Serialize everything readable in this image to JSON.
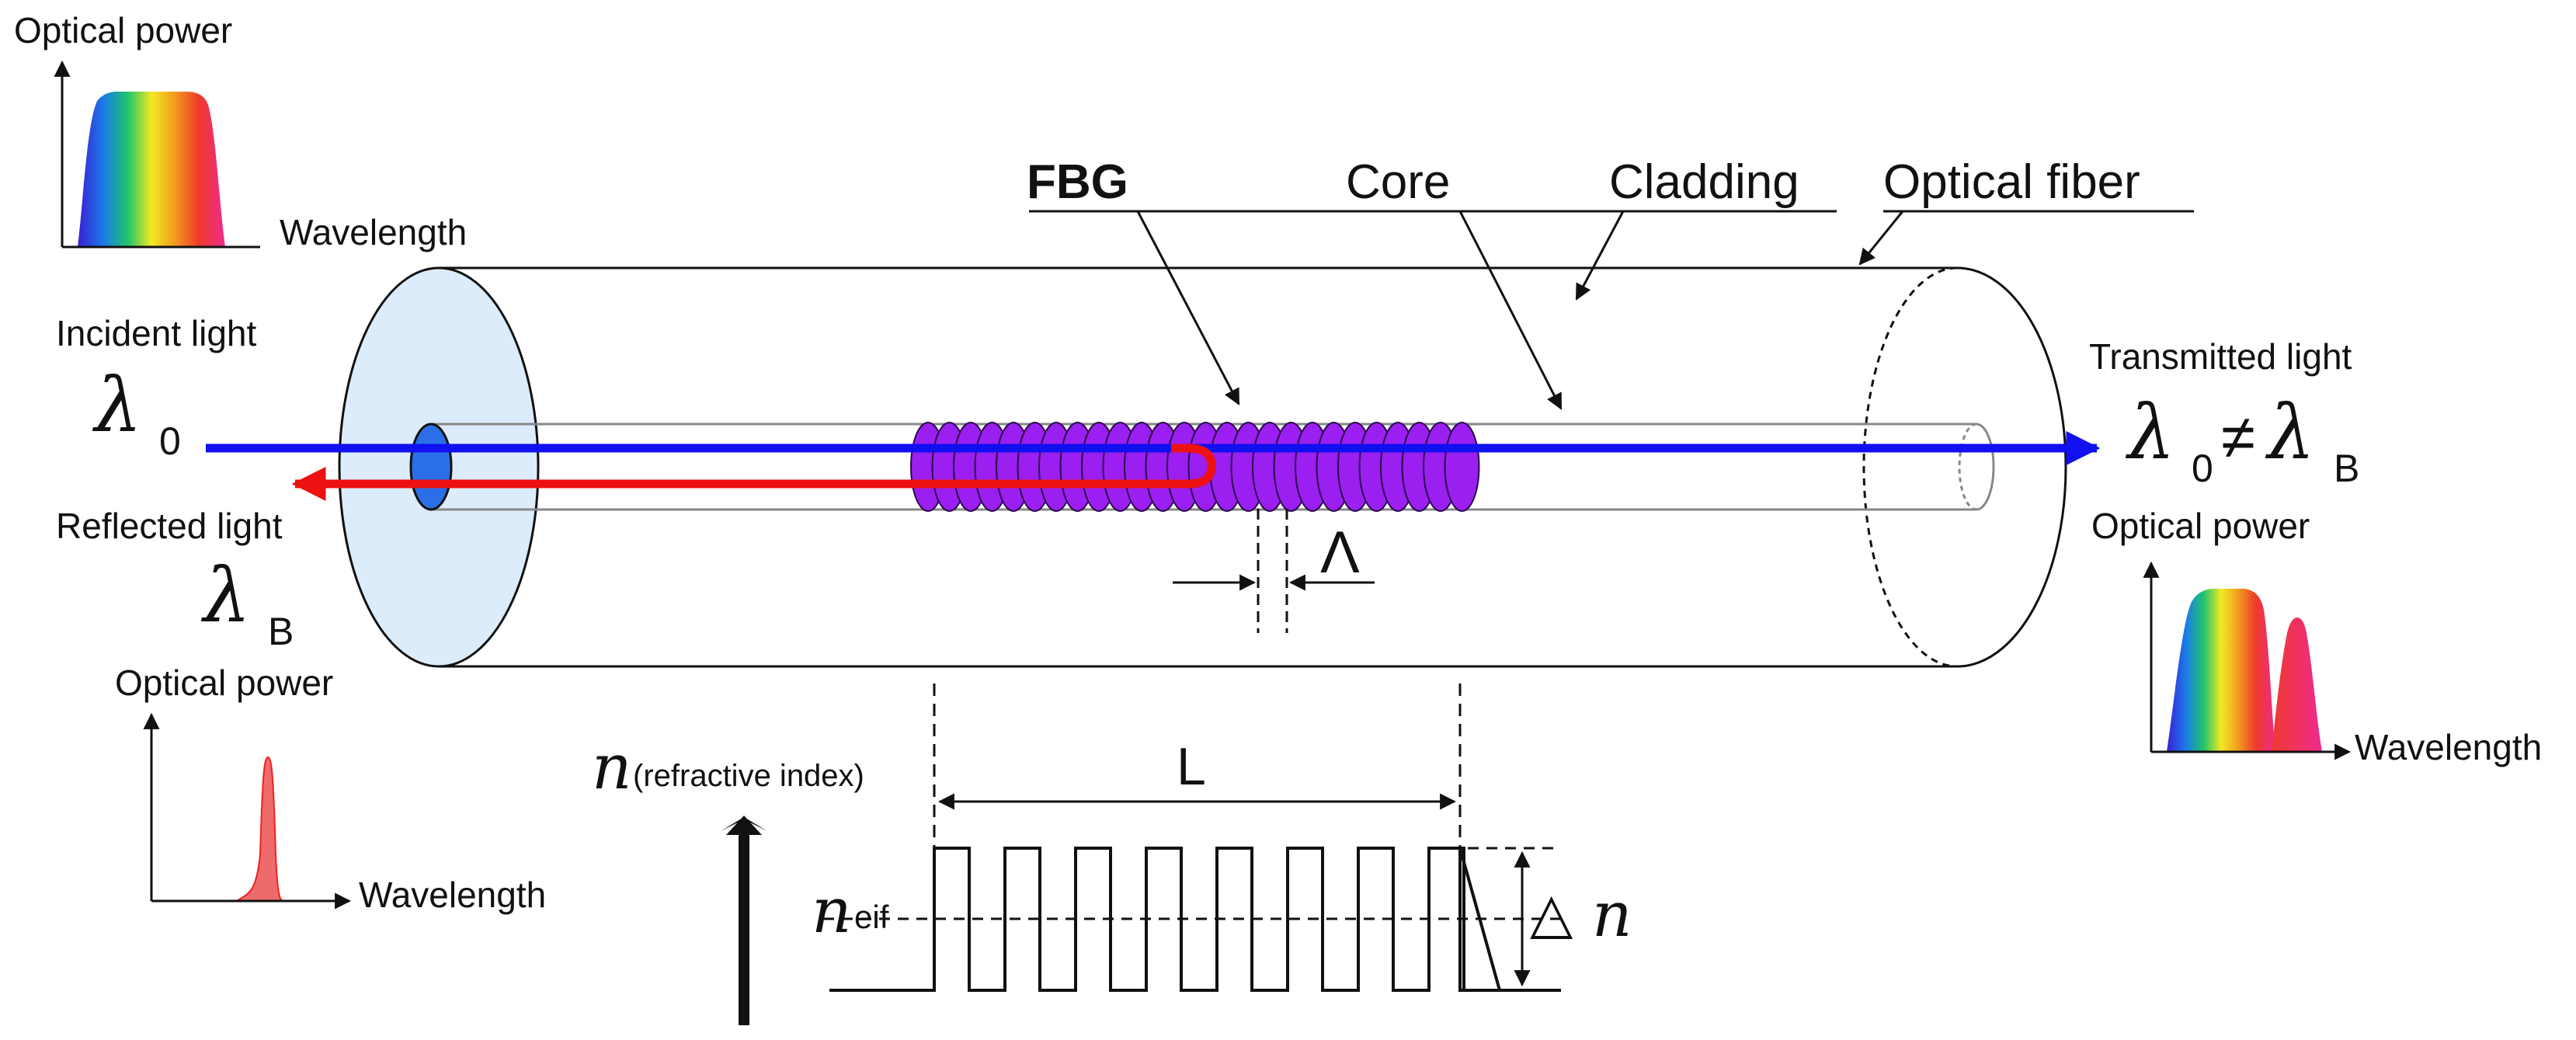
{
  "labels": {
    "fbg": "FBG",
    "core": "Core",
    "cladding": "Cladding",
    "optical_fiber": "Optical fiber",
    "incident_light": "Incident light",
    "reflected_light": "Reflected light",
    "transmitted_light": "Transmitted light",
    "optical_power": "Optical power",
    "wavelength": "Wavelength",
    "refractive_index": "(refractive index)",
    "n_symbol": "n",
    "n_eif_sub": "eif",
    "grating_length": "L",
    "grating_period": "Λ",
    "delta_n": "△",
    "lambda": "λ",
    "sub_zero": "0",
    "sub_b": "B",
    "not_equal": "≠"
  },
  "colors": {
    "incident": "#1010f0",
    "reflected": "#ee1111",
    "grating": "#9a1ff0",
    "fiber_face": "#dcecfa",
    "core_face": "#2b6fe8"
  },
  "icons": {
    "spectrum": "rainbow-spectrum-icon"
  }
}
